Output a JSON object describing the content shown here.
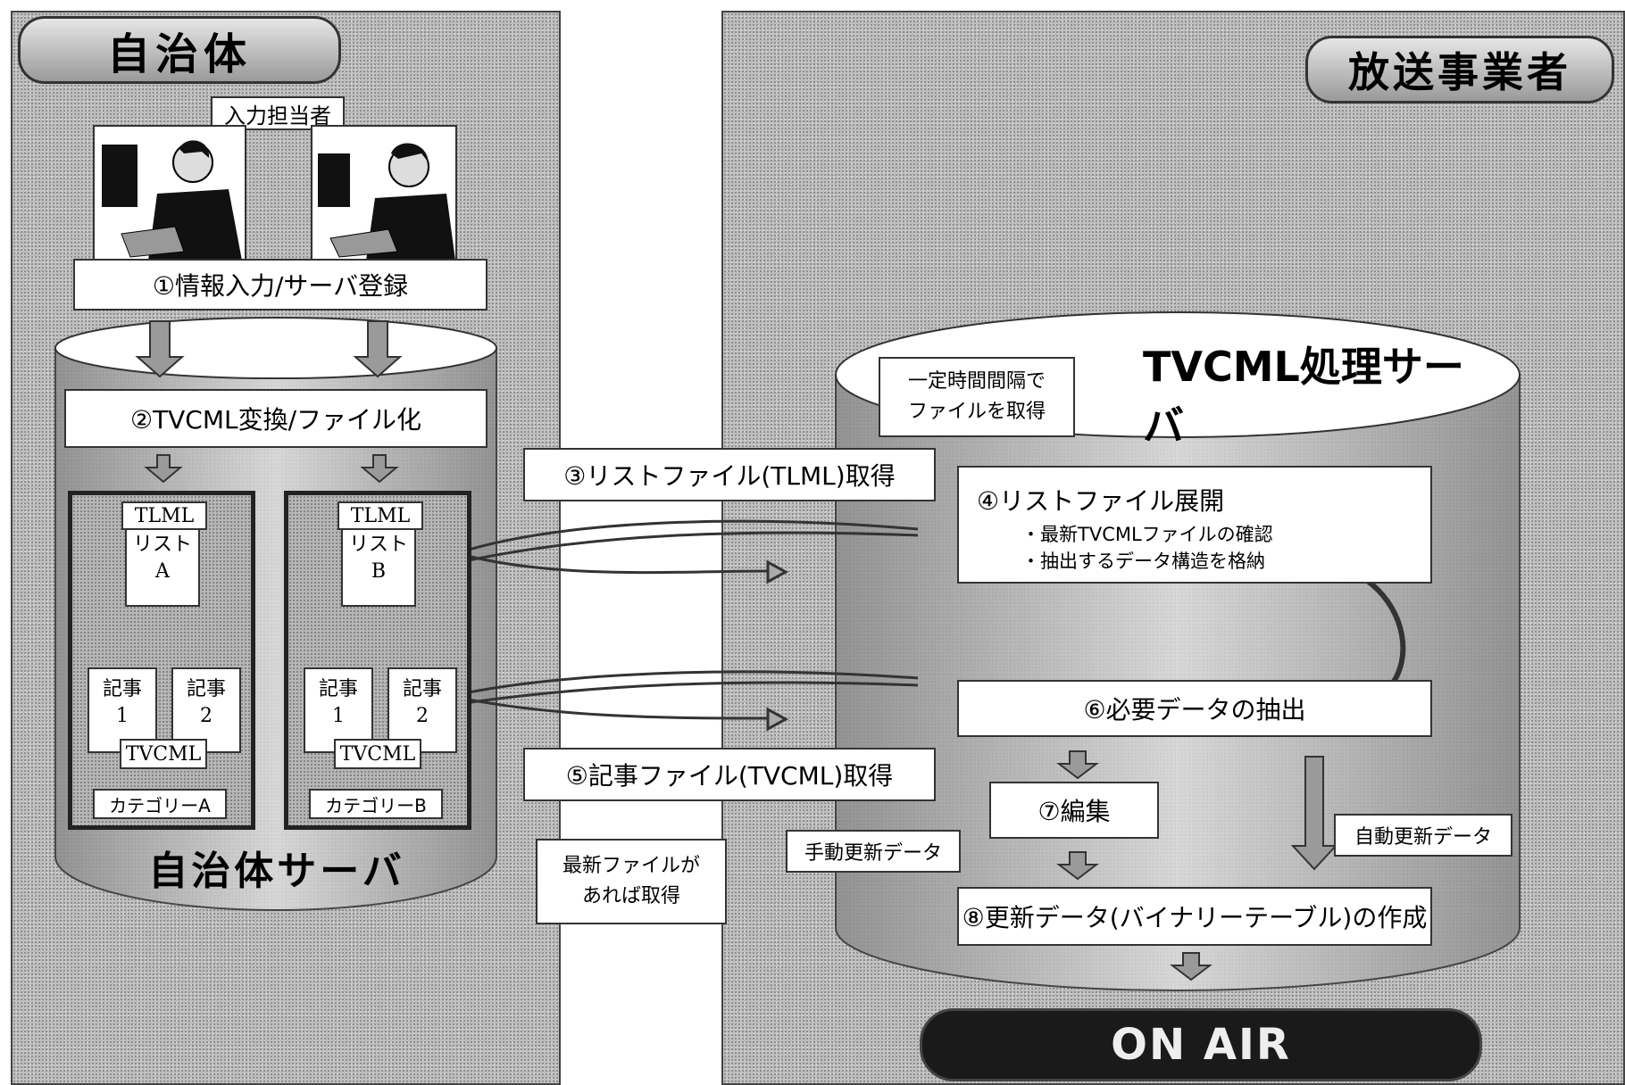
{
  "left": {
    "header": "自治体",
    "operator_label": "入力担当者",
    "step1": "①情報入力/サーバ登録",
    "step2": "②TVCML変換/ファイル化",
    "cat_a": {
      "tlml": "TLML",
      "list": "リスト",
      "list_id": "A",
      "doc1": "記事",
      "doc1_no": "1",
      "doc2": "記事",
      "doc2_no": "2",
      "tvcml": "TVCML",
      "caption": "カテゴリーA"
    },
    "cat_b": {
      "tlml": "TLML",
      "list": "リスト",
      "list_id": "B",
      "doc1": "記事",
      "doc1_no": "1",
      "doc2": "記事",
      "doc2_no": "2",
      "tvcml": "TVCML",
      "caption": "カテゴリーB"
    },
    "server_label": "自治体サーバ"
  },
  "middle": {
    "bubble_interval": [
      "一定時間間隔で",
      "ファイルを取得"
    ],
    "step3": "③リストファイル(TLML)取得",
    "step5": "⑤記事ファイル(TVCML)取得",
    "bubble_latest": [
      "最新ファイルが",
      "あれば取得"
    ]
  },
  "right": {
    "header": "放送事業者",
    "server_title": "TVCML処理サーバ",
    "step4_title": "④リストファイル展開",
    "step4_items": [
      "・最新TVCMLファイルの確認",
      "・抽出するデータ構造を格納"
    ],
    "step6": "⑥必要データの抽出",
    "step7": "⑦編集",
    "manual": "手動更新データ",
    "auto": "自動更新データ",
    "step8": "⑧更新データ(バイナリーテーブル)の作成",
    "on_air": "ON AIR"
  }
}
